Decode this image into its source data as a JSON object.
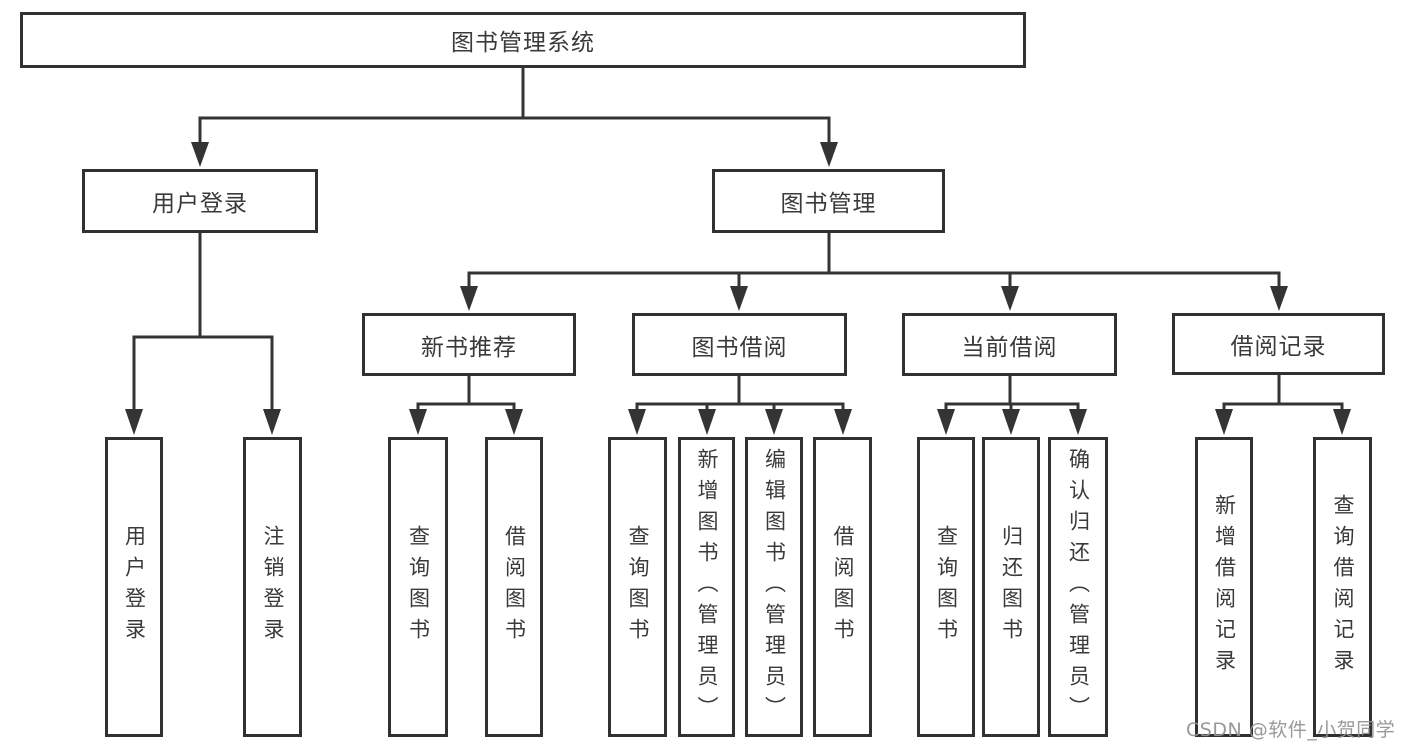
{
  "diagram": {
    "title": "图书管理系统",
    "root": {
      "label": "图书管理系统"
    },
    "level2": [
      {
        "label": "用户登录"
      },
      {
        "label": "图书管理"
      }
    ],
    "level3": [
      {
        "label": "新书推荐"
      },
      {
        "label": "图书借阅"
      },
      {
        "label": "当前借阅"
      },
      {
        "label": "借阅记录"
      }
    ],
    "leaves": {
      "user_login": [
        {
          "label": "用户登录"
        },
        {
          "label": "注销登录"
        }
      ],
      "new_book_recommend": [
        {
          "label": "查询图书"
        },
        {
          "label": "借阅图书"
        }
      ],
      "book_borrow": [
        {
          "label": "查询图书"
        },
        {
          "label": "新增图书（管理员）"
        },
        {
          "label": "编辑图书（管理员）"
        },
        {
          "label": "借阅图书"
        }
      ],
      "current_borrow": [
        {
          "label": "查询图书"
        },
        {
          "label": "归还图书"
        },
        {
          "label": "确认归还（管理员）"
        }
      ],
      "borrow_records": [
        {
          "label": "新增借阅记录"
        },
        {
          "label": "查询借阅记录"
        }
      ]
    },
    "watermark": "CSDN @软件_小贺同学",
    "colors": {
      "line": "#343434",
      "box_border": "#313131",
      "text": "#3a3a3a",
      "watermark": "#949494",
      "background": "#ffffff"
    }
  }
}
